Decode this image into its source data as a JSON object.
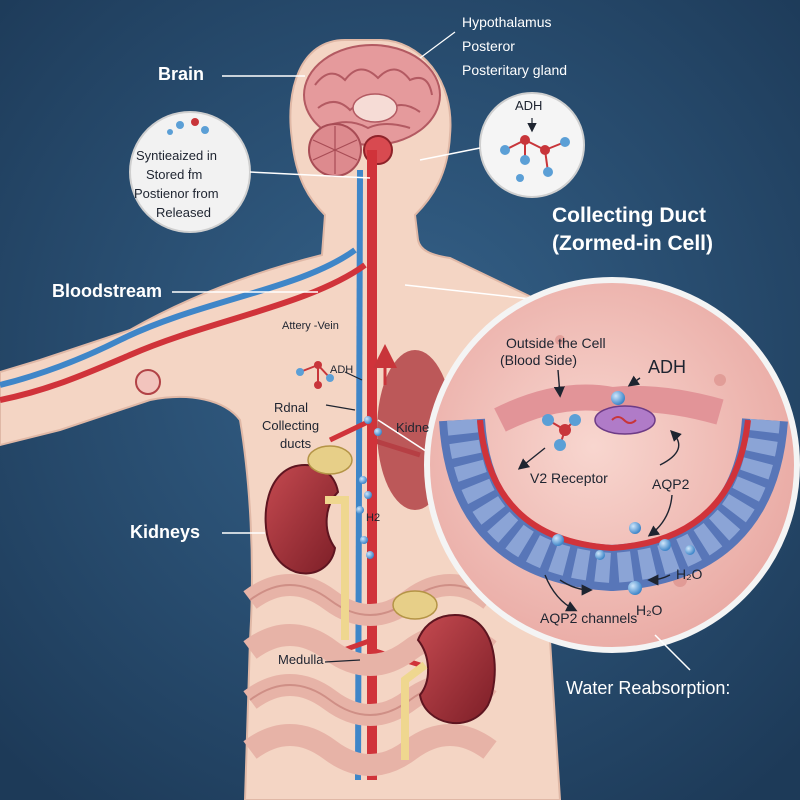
{
  "labels": {
    "brain": "Brain",
    "hypothalamus": "Hypothalamus",
    "posterior": "Posteror",
    "posterior_gland": "Posteritary gland",
    "adh_top": "ADH",
    "synth_1": "Syntieaized in",
    "synth_2": "Stored ḟm",
    "synth_3": "Postienor from",
    "synth_4": "Released",
    "bloodstream": "Bloodstream",
    "artery_vein": "Attery -Vein",
    "adh_small": "ADH",
    "renal": "Rdnal",
    "collecting": "Collecting",
    "ducts": "ducts",
    "kidneys": "Kidneys",
    "kidney_text": "Kidne",
    "h2_small": "H2",
    "medulla": "Medulla",
    "cd_title_1": "Collecting Duct",
    "cd_title_2": "(Zormed-in Cell)",
    "outside_1": "Outside the Cell",
    "outside_2": "(Blood Side)",
    "adh_zoom": "ADH",
    "v2_receptor": "V2 Receptor",
    "aqp2": "AQP2",
    "h2o_right": "H₂O",
    "aqp2_channels": "AQP2 channels",
    "h2o_bottom": "H₂O",
    "water_reabsorption": "Water Reabsorption:"
  },
  "colors": {
    "background": "#24476a",
    "skin": "#f4d5c4",
    "artery": "#d0333a",
    "vein": "#3f86c8",
    "kidney": "#a8303a",
    "adh_molecule_red": "#c8353a",
    "adh_molecule_blue": "#5b9fd6"
  },
  "icons": {
    "brain": "brain-illustration",
    "pituitary": "pituitary-gland-illustration",
    "kidney": "kidney-illustration",
    "intestine": "intestine-illustration",
    "adh_molecule": "molecule-icon",
    "water_molecule": "water-droplet-icon"
  }
}
